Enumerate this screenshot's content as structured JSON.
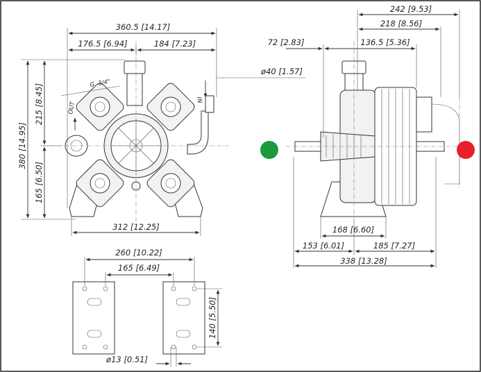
{
  "front_view": {
    "dim_overall_width": "360.5 [14.17]",
    "dim_left_half": "176.5 [6.94]",
    "dim_right_half": "184 [7.23]",
    "dim_height_total": "380 [14.95]",
    "dim_height_upper": "215 [8.45]",
    "dim_height_lower": "165 [6.50]",
    "dim_base_width": "312 [12.25]",
    "dim_inlet_diameter": "ø40 [1.57]",
    "label_thread": "G. 3/4\"",
    "label_out": "OUT",
    "label_in": "IN"
  },
  "side_view": {
    "dim_242": "242 [9.53]",
    "dim_218": "218 [8.56]",
    "dim_72": "72 [2.83]",
    "dim_136": "136.5 [5.36]",
    "dim_168": "168 [6.60]",
    "dim_153": "153 [6.01]",
    "dim_185": "185 [7.27]",
    "dim_338": "338 [13.28]"
  },
  "base_view": {
    "dim_260": "260 [10.22]",
    "dim_165": "165 [6.49]",
    "dim_140": "140 [5.50]",
    "dim_hole": "ø13 [0.51]"
  },
  "markers": {
    "left_color": "#1a9a3c",
    "right_color": "#e8202a"
  }
}
